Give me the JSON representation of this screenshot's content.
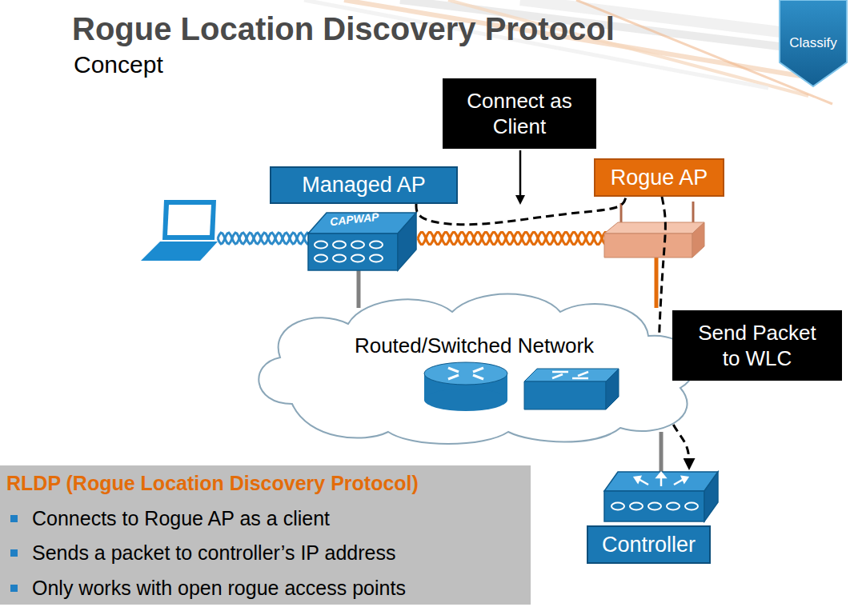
{
  "diagram": {
    "title": "Rogue Location Discovery Protocol",
    "nodes": [
      {
        "text": [
          "Classify"
        ]
      },
      {
        "text": [
          "Connect as Client"
        ]
      },
      {
        "text": [
          "Managed AP"
        ]
      },
      {
        "text": [
          "Rogue AP"
        ]
      },
      {
        "text": [
          "Routed/Switched Network"
        ]
      },
      {
        "text": [
          "Send Packet to WLC"
        ]
      },
      {
        "text": [
          "RLDP (Rogue Location Discovery Protocol)",
          "Connects to Rogue AP as a client",
          "Sends a packet to controller’s IP address",
          "Only works with open rogue access points"
        ]
      },
      {
        "text": [
          "Controller"
        ]
      }
    ],
    "edges": [
      {
        "from": 2,
        "to": 3,
        "arrow": "none"
      },
      {
        "from": 3,
        "to": 7,
        "arrow": "to"
      }
    ],
    "labels": [
      "Concept",
      "CAPWAP"
    ]
  }
}
